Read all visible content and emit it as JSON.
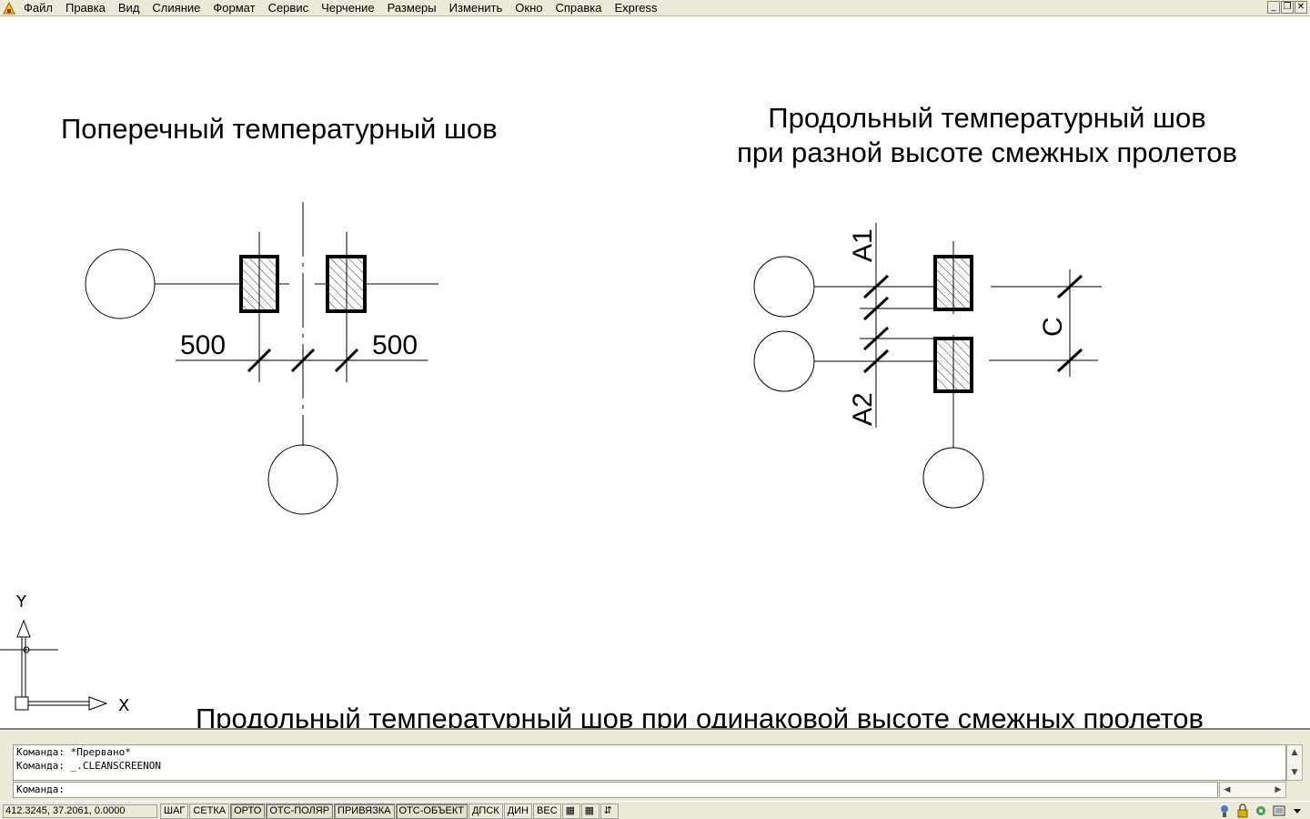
{
  "menu": {
    "items": [
      "Файл",
      "Правка",
      "Вид",
      "Слияние",
      "Формат",
      "Сервис",
      "Черчение",
      "Размеры",
      "Изменить",
      "Окно",
      "Справка",
      "Express"
    ]
  },
  "window_controls": {
    "minimize": "_",
    "restore": "❐",
    "close": "✕"
  },
  "drawing": {
    "title_left": "Поперечный температурный шов",
    "title_right_line1": "Продольный температурный шов",
    "title_right_line2": "при разной высоте смежных пролетов",
    "title_bottom": "Продольный температурный шов при одинаковой высоте смежных пролетов",
    "dim_left": "500",
    "dim_right": "500",
    "label_a1": "A1",
    "label_a2": "A2",
    "label_c": "C",
    "ucs_y": "Y",
    "ucs_x": "X"
  },
  "command": {
    "history": [
      "Команда: *Прервано*",
      "Команда: _.CLEANSCREENON"
    ],
    "prompt": "Команда:"
  },
  "status": {
    "coords": "412.3245, 37.2061, 0.0000",
    "toggles": [
      {
        "label": "ШАГ",
        "on": false
      },
      {
        "label": "СЕТКА",
        "on": false
      },
      {
        "label": "ОРТО",
        "on": true
      },
      {
        "label": "ОТС-ПОЛЯР",
        "on": true
      },
      {
        "label": "ПРИВЯЗКА",
        "on": true
      },
      {
        "label": "ОТС-ОБЪЕКТ",
        "on": true
      },
      {
        "label": "ДПСК",
        "on": false
      },
      {
        "label": "ДИН",
        "on": false
      },
      {
        "label": "ВЕС",
        "on": false
      }
    ]
  },
  "colors": {
    "ink": "#000000",
    "canvas": "#ffffff",
    "chrome": "#ece9d8",
    "accent": "#f5c400"
  }
}
